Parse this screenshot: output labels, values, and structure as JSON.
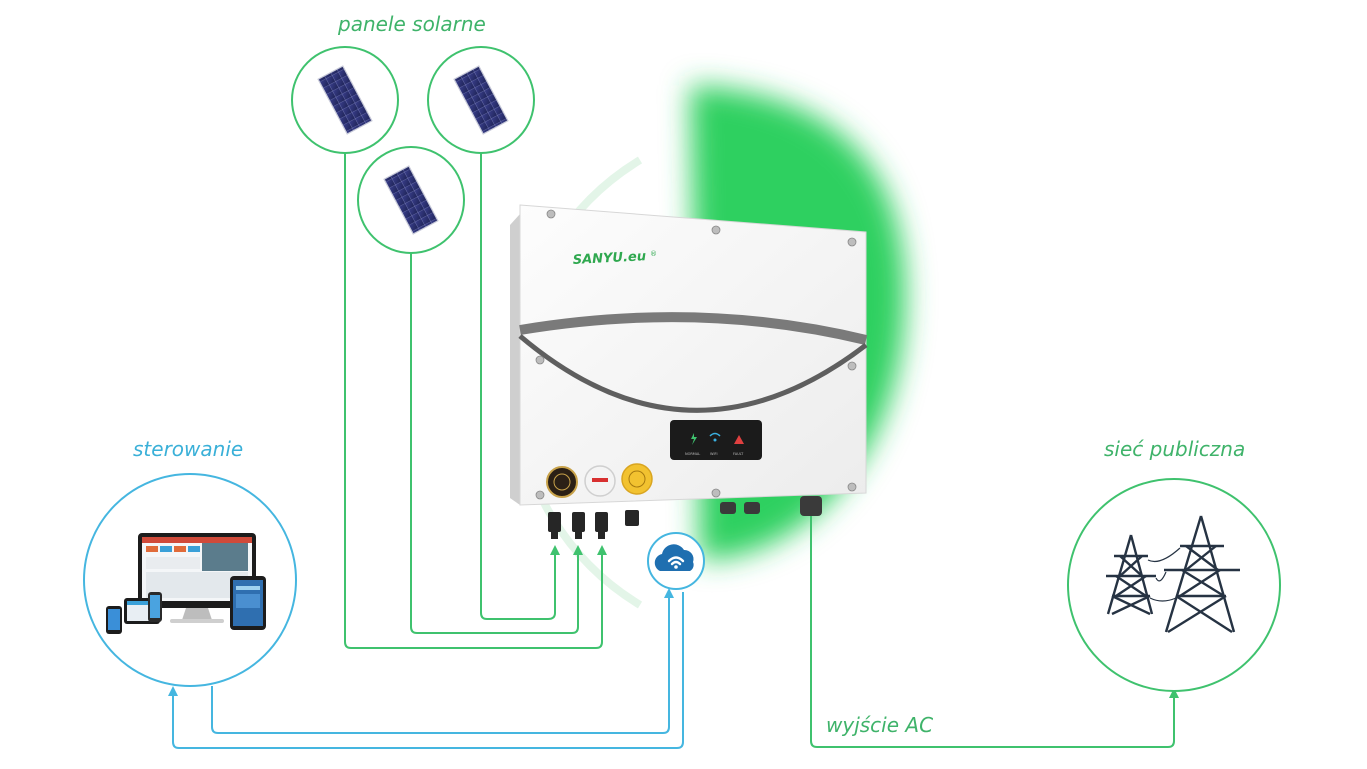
{
  "labels": {
    "solar_panels": "panele solarne",
    "control": "sterowanie",
    "public_grid": "sieć publiczna",
    "ac_output": "wyjście AC"
  },
  "inverter": {
    "brand": "SANYU.eu",
    "brand_mark": "®",
    "leds": [
      "NORMAL",
      "WIFI",
      "FAULT"
    ]
  },
  "icons": [
    "solar-panel-icon",
    "cloud-wifi-icon",
    "devices-icon",
    "power-tower-icon"
  ],
  "colors": {
    "green_line": "#3fc26e",
    "blue_line": "#45b6e0",
    "glow": "#2fd060",
    "panel_blue": "#2d3170",
    "tower": "#263343"
  }
}
